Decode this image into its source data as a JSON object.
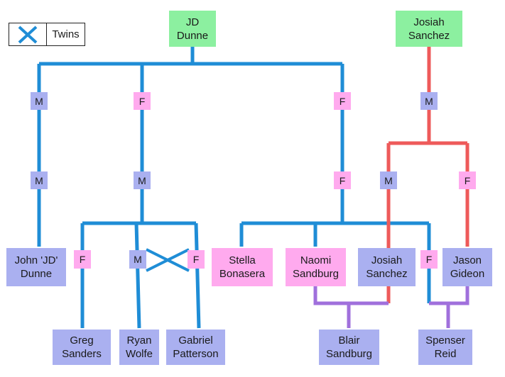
{
  "colors": {
    "line_blue": "#1f8dd6",
    "line_red": "#ee5a5a",
    "line_purple": "#a070dc",
    "male_box": "#aab0f0",
    "female_box": "#ffaaee",
    "root_box": "#8cf0a0"
  },
  "legend": {
    "icon": "twins-cross-icon",
    "label": "Twins"
  },
  "nodes": [
    {
      "id": "jd-dunne-root",
      "label": "JD\nDunne",
      "kind": "root"
    },
    {
      "id": "josiah-sanchez-root",
      "label": "Josiah\nSanchez",
      "kind": "root"
    },
    {
      "id": "m1",
      "label": "M",
      "kind": "male"
    },
    {
      "id": "f1",
      "label": "F",
      "kind": "female"
    },
    {
      "id": "f2",
      "label": "F",
      "kind": "female"
    },
    {
      "id": "m2",
      "label": "M",
      "kind": "male"
    },
    {
      "id": "m3",
      "label": "M",
      "kind": "male"
    },
    {
      "id": "m4",
      "label": "M",
      "kind": "male"
    },
    {
      "id": "f3",
      "label": "F",
      "kind": "female"
    },
    {
      "id": "m5",
      "label": "M",
      "kind": "male"
    },
    {
      "id": "f4",
      "label": "F",
      "kind": "female"
    },
    {
      "id": "john-jd-dunne",
      "label": "John 'JD'\nDunne",
      "kind": "male"
    },
    {
      "id": "f5",
      "label": "F",
      "kind": "female"
    },
    {
      "id": "m6",
      "label": "M",
      "kind": "male"
    },
    {
      "id": "f6",
      "label": "F",
      "kind": "female"
    },
    {
      "id": "stella-bonasera",
      "label": "Stella\nBonasera",
      "kind": "female"
    },
    {
      "id": "naomi-sandburg",
      "label": "Naomi\nSandburg",
      "kind": "female"
    },
    {
      "id": "josiah-sanchez",
      "label": "Josiah\nSanchez",
      "kind": "male"
    },
    {
      "id": "f7",
      "label": "F",
      "kind": "female"
    },
    {
      "id": "jason-gideon",
      "label": "Jason\nGideon",
      "kind": "male"
    },
    {
      "id": "greg-sanders",
      "label": "Greg\nSanders",
      "kind": "male"
    },
    {
      "id": "ryan-wolfe",
      "label": "Ryan\nWolfe",
      "kind": "male"
    },
    {
      "id": "gabriel-patterson",
      "label": "Gabriel\nPatterson",
      "kind": "male"
    },
    {
      "id": "blair-sandburg",
      "label": "Blair\nSandburg",
      "kind": "male"
    },
    {
      "id": "spenser-reid",
      "label": "Spenser\nReid",
      "kind": "male"
    }
  ]
}
